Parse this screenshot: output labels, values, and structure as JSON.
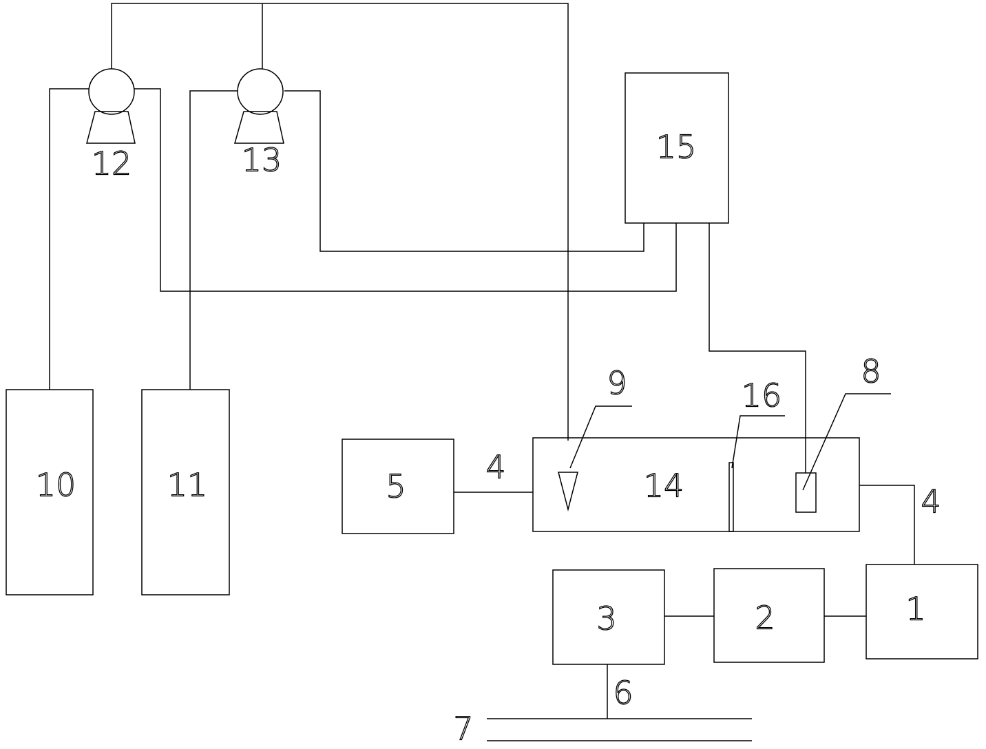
{
  "diagram": {
    "components": {
      "c1": "1",
      "c2": "2",
      "c3": "3",
      "c5": "5",
      "c10": "10",
      "c11": "11",
      "c14": "14",
      "c15": "15"
    },
    "callouts": {
      "pipe_left": "4",
      "pipe_right": "4",
      "c6": "6",
      "c7": "7",
      "c8": "8",
      "c9": "9",
      "c12": "12",
      "c13": "13",
      "c16": "16"
    },
    "colors": {
      "line": "#000000",
      "background": "#ffffff"
    }
  }
}
